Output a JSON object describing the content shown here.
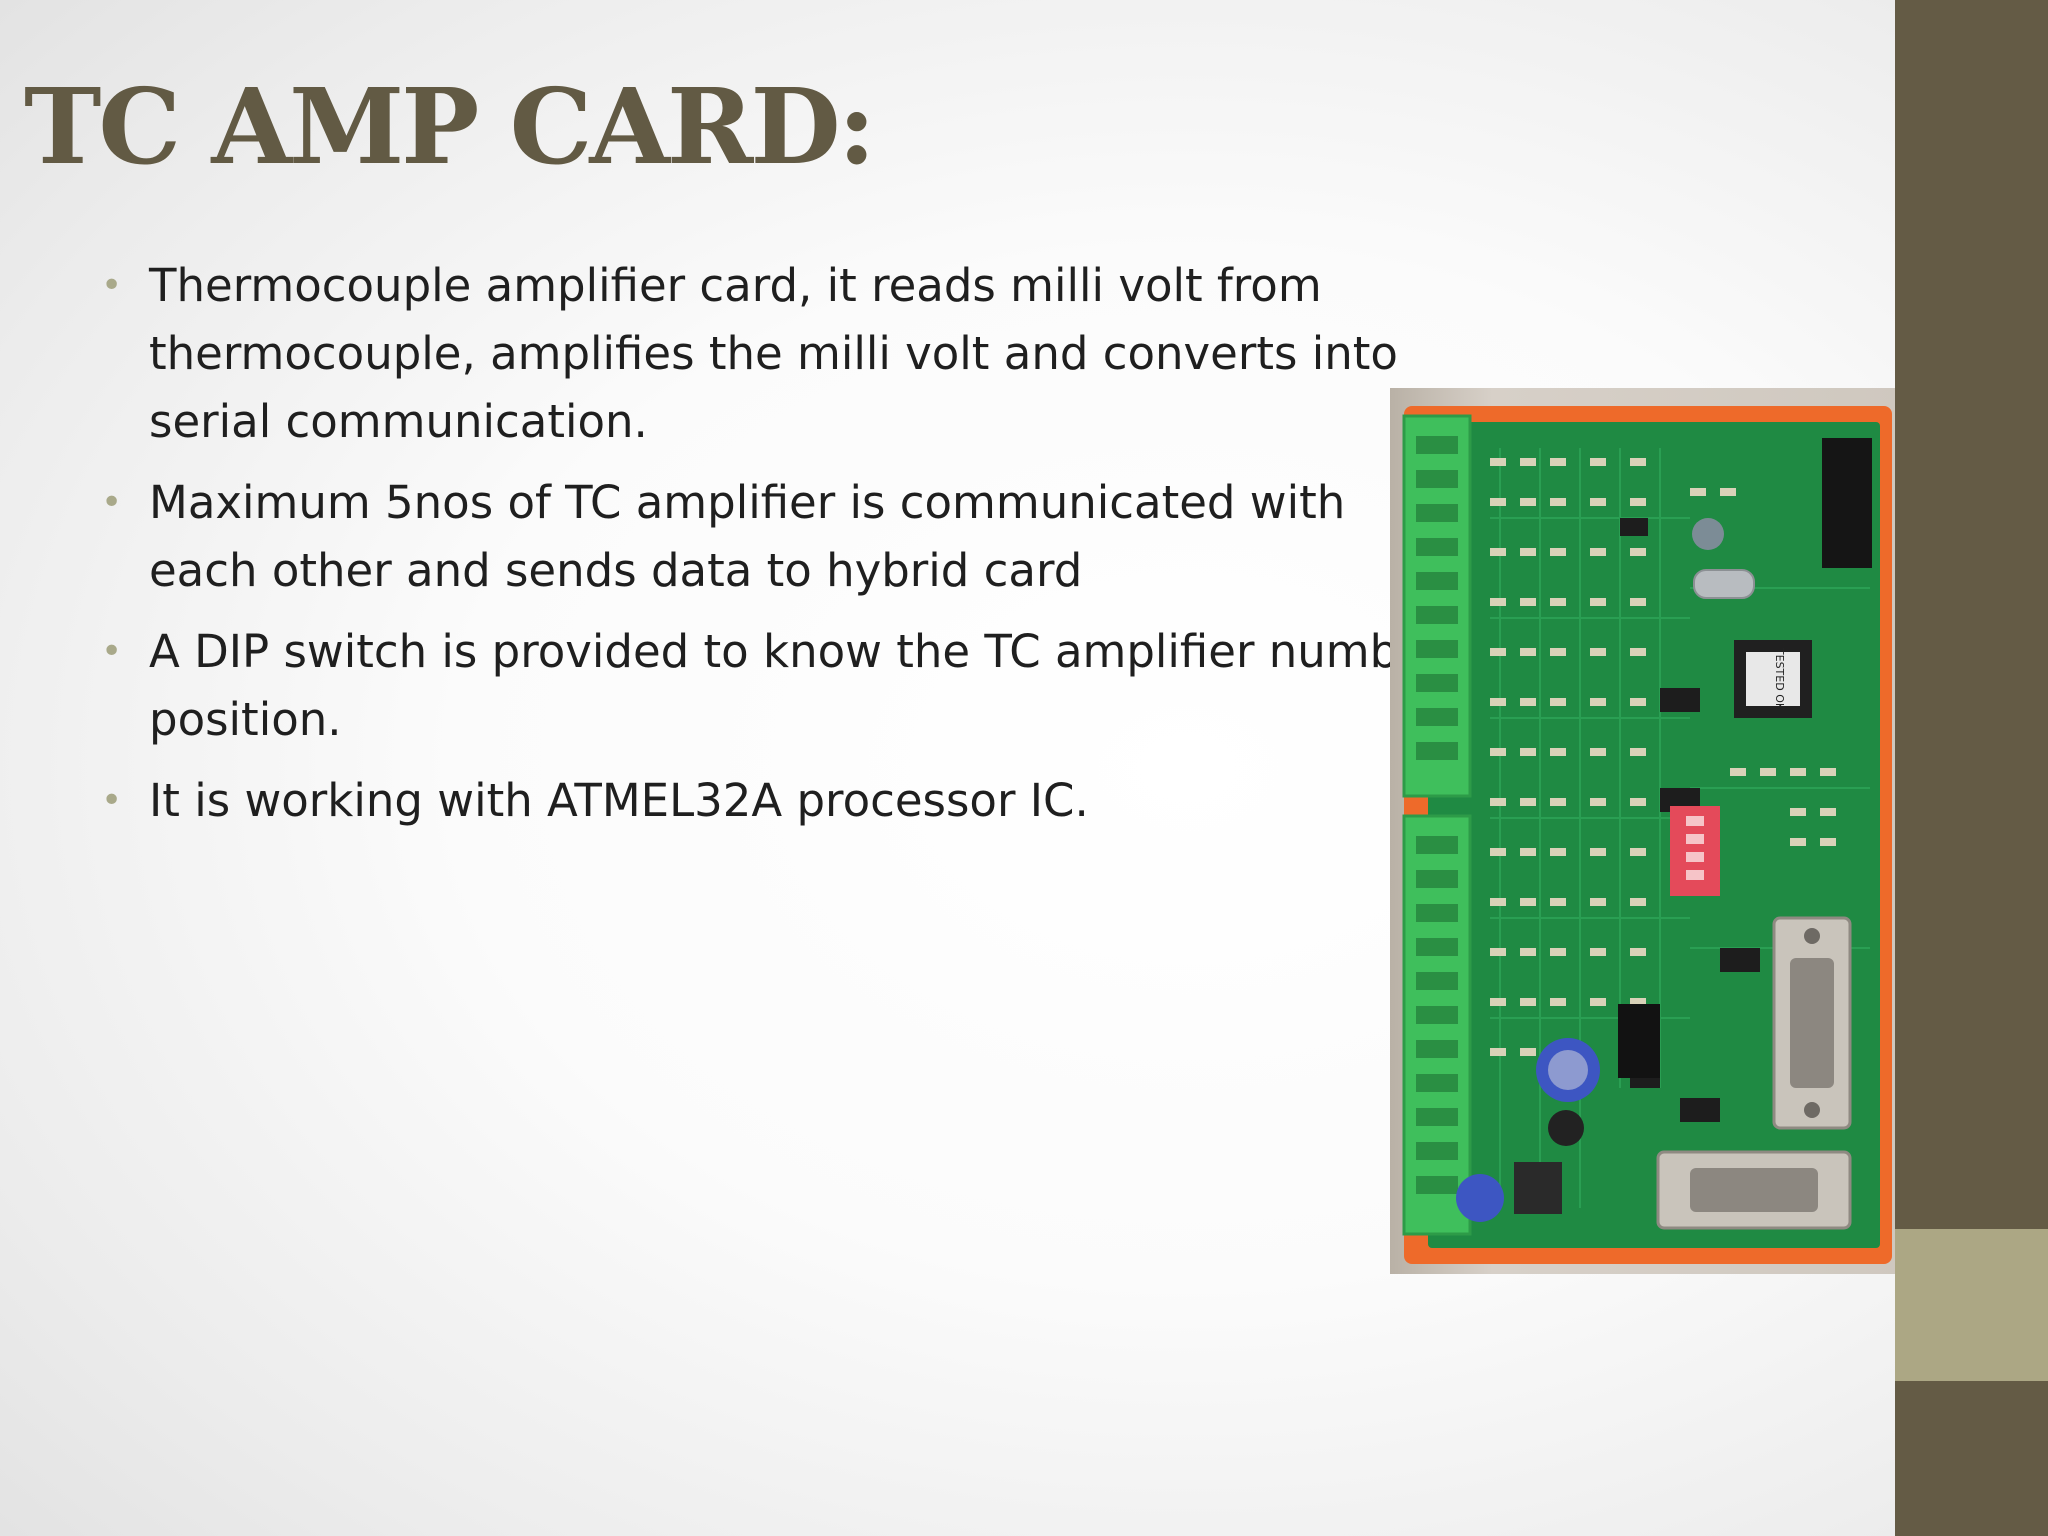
{
  "slide": {
    "title": "TC AMP CARD:",
    "bullets": [
      "Thermocouple amplifier card, it reads milli volt from thermocouple, amplifies the milli volt and converts into serial communication.",
      "Maximum 5nos of TC amplifier is communicated with each other and sends data to hybrid card",
      "A DIP switch is provided to know the TC amplifier number position.",
      "It is working with ATMEL32A processor IC."
    ]
  },
  "photo": {
    "chip_label": "TESTED OK"
  },
  "colors": {
    "title": "#625a44",
    "accent_dark": "#645b45",
    "accent_light": "#aca784",
    "bullet": "#a9a98a",
    "text": "#1f1f1f"
  }
}
